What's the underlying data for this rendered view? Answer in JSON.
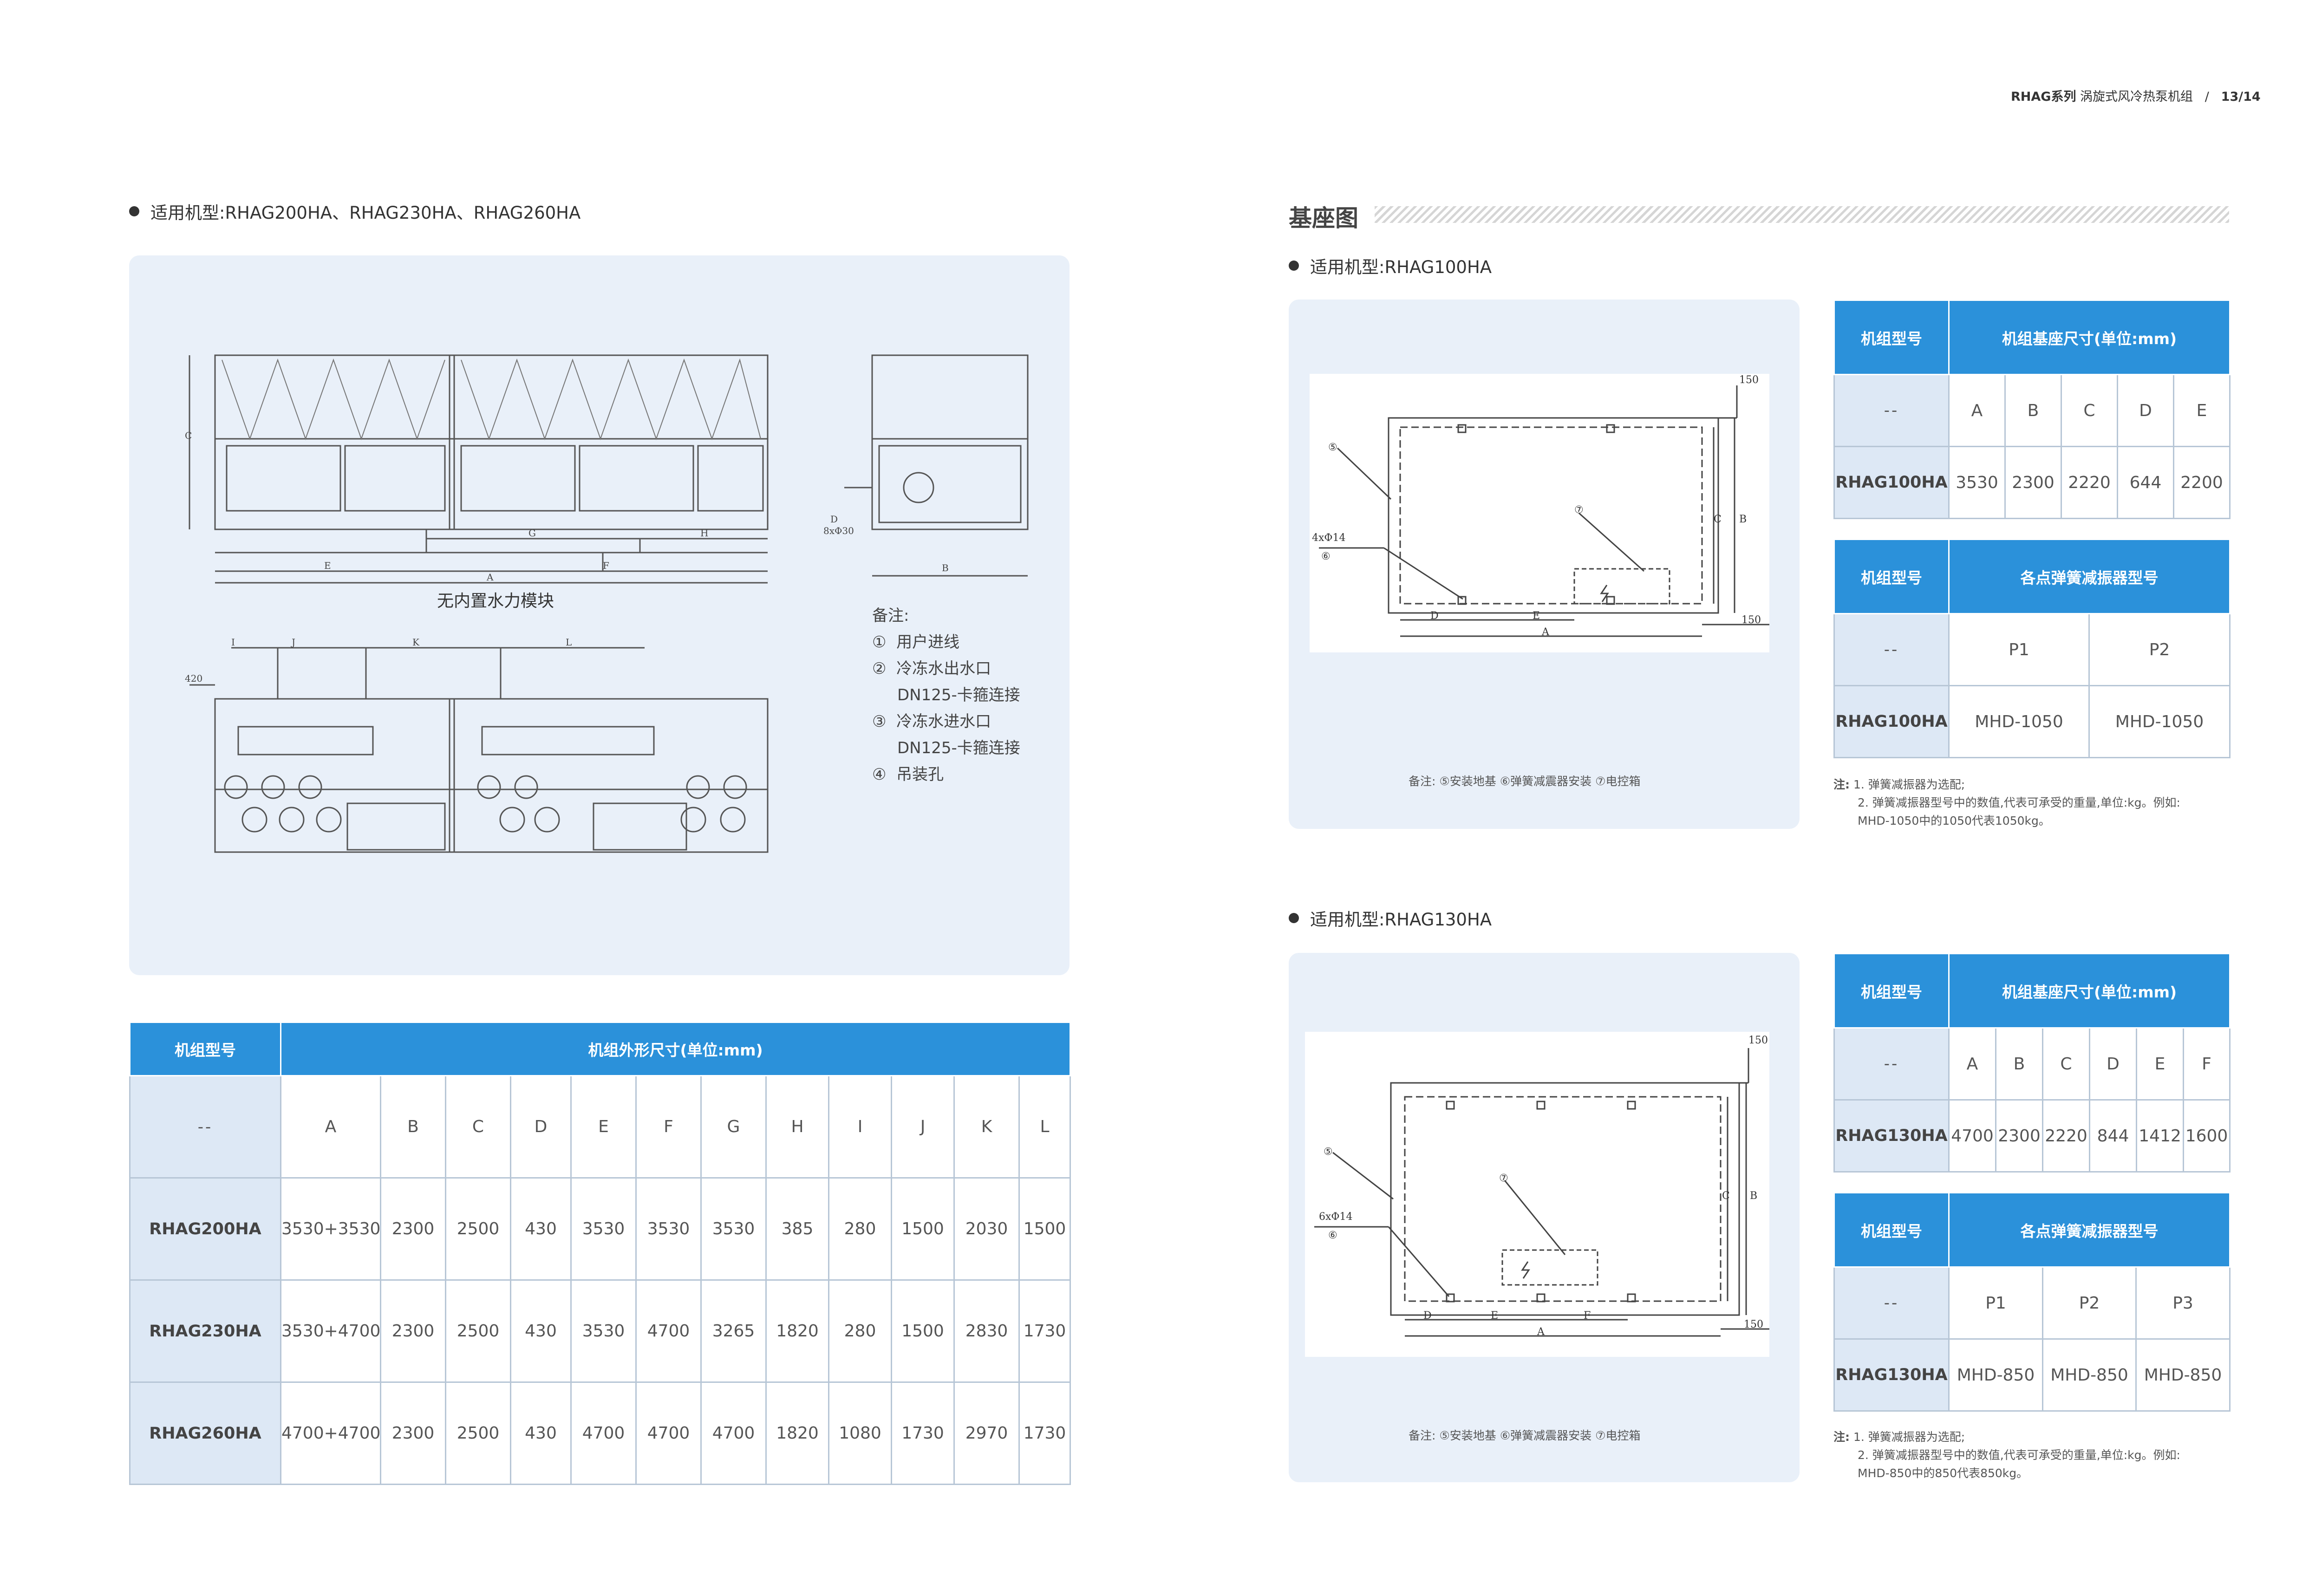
{
  "header": {
    "series": "RHAG系列",
    "subtitle": "涡旋式风冷热泵机组",
    "separator": "/",
    "page": "13/14"
  },
  "left": {
    "applicable_label": "适用机型:RHAG200HA、RHAG230HA、RHAG260HA",
    "drawing_caption": "无内置水力模块",
    "remarks_title": "备注:",
    "remarks": [
      {
        "num": "①",
        "text": "用户进线"
      },
      {
        "num": "②",
        "text": "冷冻水出水口"
      },
      {
        "num": "",
        "text": "DN125-卡箍连接"
      },
      {
        "num": "③",
        "text": "冷冻水进水口"
      },
      {
        "num": "",
        "text": "DN125-卡箍连接"
      },
      {
        "num": "④",
        "text": "吊装孔"
      }
    ],
    "drawing_labels": {
      "front": [
        "C",
        "E",
        "A",
        "F",
        "G",
        "H"
      ],
      "side": [
        "D",
        "8xΦ30",
        "B"
      ],
      "plan": [
        "I",
        "J",
        "K",
        "L",
        "420"
      ]
    },
    "table": {
      "col_header_model": "机组型号",
      "col_header_dims": "机组外形尺寸(单位:mm)",
      "sub_dash": "--",
      "letters": [
        "A",
        "B",
        "C",
        "D",
        "E",
        "F",
        "G",
        "H",
        "I",
        "J",
        "K",
        "L"
      ],
      "rows": [
        {
          "model": "RHAG200HA",
          "values": [
            "3530+3530",
            "2300",
            "2500",
            "430",
            "3530",
            "3530",
            "3530",
            "385",
            "280",
            "1500",
            "2030",
            "1500"
          ]
        },
        {
          "model": "RHAG230HA",
          "values": [
            "3530+4700",
            "2300",
            "2500",
            "430",
            "3530",
            "4700",
            "3265",
            "1820",
            "280",
            "1500",
            "2830",
            "1730"
          ]
        },
        {
          "model": "RHAG260HA",
          "values": [
            "4700+4700",
            "2300",
            "2500",
            "430",
            "4700",
            "4700",
            "4700",
            "1820",
            "1080",
            "1730",
            "2970",
            "1730"
          ]
        }
      ]
    }
  },
  "right": {
    "section_title": "基座图",
    "blocks": [
      {
        "applicable_label": "适用机型:RHAG100HA",
        "drawing_note": "备注: ⑤安装地基 ⑥弹簧减震器安装 ⑦电控箱",
        "drawing_labels": [
          "150",
          "⑤",
          "4xΦ14",
          "⑥",
          "⑦",
          "C",
          "B",
          "D",
          "E",
          "A",
          "150"
        ],
        "dims_table": {
          "col_model": "机组型号",
          "col_dims": "机组基座尺寸(单位:mm)",
          "dash": "--",
          "letters": [
            "A",
            "B",
            "C",
            "D",
            "E"
          ],
          "model": "RHAG100HA",
          "values": [
            "3530",
            "2300",
            "2220",
            "644",
            "2200"
          ]
        },
        "spring_table": {
          "col_model": "机组型号",
          "col_spring": "各点弹簧减振器型号",
          "dash": "--",
          "points": [
            "P1",
            "P2"
          ],
          "model": "RHAG100HA",
          "values": [
            "MHD-1050",
            "MHD-1050"
          ]
        },
        "notes": {
          "label": "注:",
          "line1": "1. 弹簧减振器为选配;",
          "line2": "2. 弹簧减振器型号中的数值,代表可承受的重量,单位:kg。例如:",
          "line3": "MHD-1050中的1050代表1050kg。"
        }
      },
      {
        "applicable_label": "适用机型:RHAG130HA",
        "drawing_note": "备注: ⑤安装地基 ⑥弹簧减震器安装 ⑦电控箱",
        "drawing_labels": [
          "150",
          "⑤",
          "6xΦ14",
          "⑥",
          "⑦",
          "C",
          "B",
          "D",
          "E",
          "F",
          "A",
          "150"
        ],
        "dims_table": {
          "col_model": "机组型号",
          "col_dims": "机组基座尺寸(单位:mm)",
          "dash": "--",
          "letters": [
            "A",
            "B",
            "C",
            "D",
            "E",
            "F"
          ],
          "model": "RHAG130HA",
          "values": [
            "4700",
            "2300",
            "2220",
            "844",
            "1412",
            "1600"
          ]
        },
        "spring_table": {
          "col_model": "机组型号",
          "col_spring": "各点弹簧减振器型号",
          "dash": "--",
          "points": [
            "P1",
            "P2",
            "P3"
          ],
          "model": "RHAG130HA",
          "values": [
            "MHD-850",
            "MHD-850",
            "MHD-850"
          ]
        },
        "notes": {
          "label": "注:",
          "line1": "1. 弹簧减振器为选配;",
          "line2": "2. 弹簧减振器型号中的数值,代表可承受的重量,单位:kg。例如:",
          "line3": "MHD-850中的850代表850kg。"
        }
      }
    ]
  }
}
